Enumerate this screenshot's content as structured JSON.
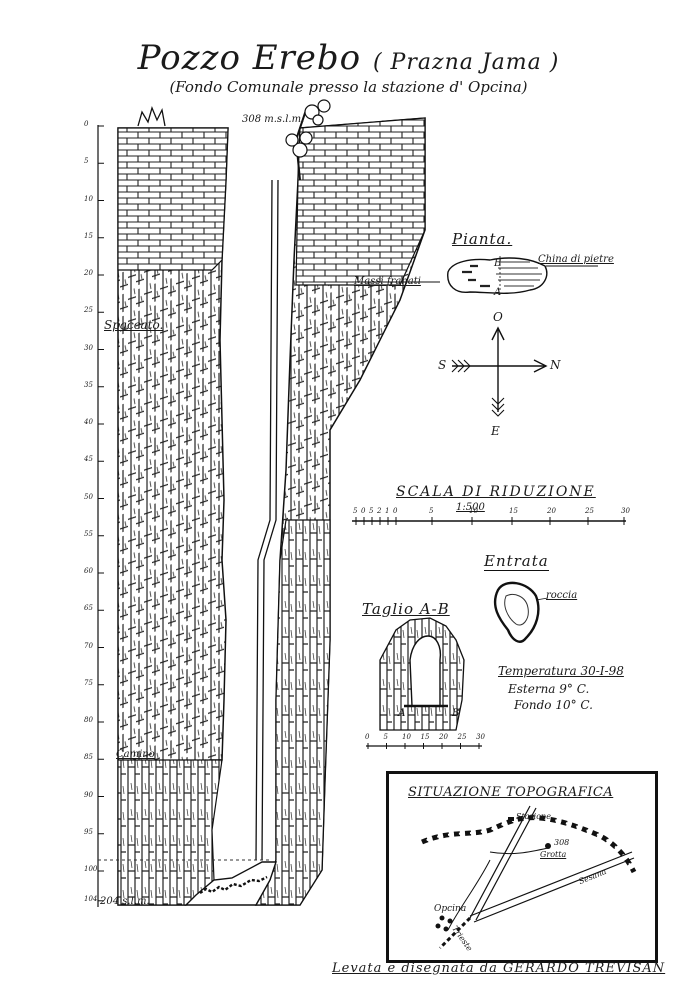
{
  "header": {
    "title": "Pozzo Erebo",
    "title_alt": "( Prazna Jama )",
    "subtitle": "(Fondo Comunale presso la stazione d' Opcina)"
  },
  "section": {
    "label": "Spaccato.",
    "top_elevation": "308 m.s.l.m.",
    "bottom_elevation": "204 s.l.m.",
    "chimney_label": "Camino",
    "depth_ticks": [
      "0",
      "5",
      "10",
      "15",
      "20",
      "25",
      "30",
      "35",
      "40",
      "45",
      "50",
      "55",
      "60",
      "65",
      "70",
      "75",
      "80",
      "85",
      "90",
      "95",
      "100",
      "104"
    ]
  },
  "plan": {
    "heading": "Pianta.",
    "label_left": "Massi franati",
    "label_right": "China di pietre",
    "point_a": "A",
    "point_b": "B"
  },
  "compass": {
    "north": "O",
    "south": "E",
    "west": "S",
    "east": "N"
  },
  "scale": {
    "title": "SCALA DI RIDUZIONE",
    "ratio": "1:500",
    "ticks": [
      "5",
      "0",
      "5",
      "2",
      "1",
      "0",
      "5",
      "10",
      "15",
      "20",
      "25",
      "30"
    ]
  },
  "entrance": {
    "heading": "Entrata",
    "label": "roccia"
  },
  "cross_section": {
    "heading": "Taglio A-B",
    "point_a": "A",
    "point_b": "B",
    "ticks": [
      "0",
      "5",
      "10",
      "15",
      "20",
      "25",
      "30"
    ]
  },
  "temperature": {
    "heading": "Temperatura 30-I-98",
    "external": "Esterna 9° C.",
    "bottom": "Fondo 10° C."
  },
  "topography": {
    "heading": "SITUAZIONE TOPOGRAFICA",
    "station": "Stazione",
    "cave_number": "308",
    "cave": "Grotta",
    "town": "Opcina",
    "road_east": "Sesana",
    "road_west": "Trieste"
  },
  "credit": "Levata e disegnata da GERARDO TREVISAN"
}
